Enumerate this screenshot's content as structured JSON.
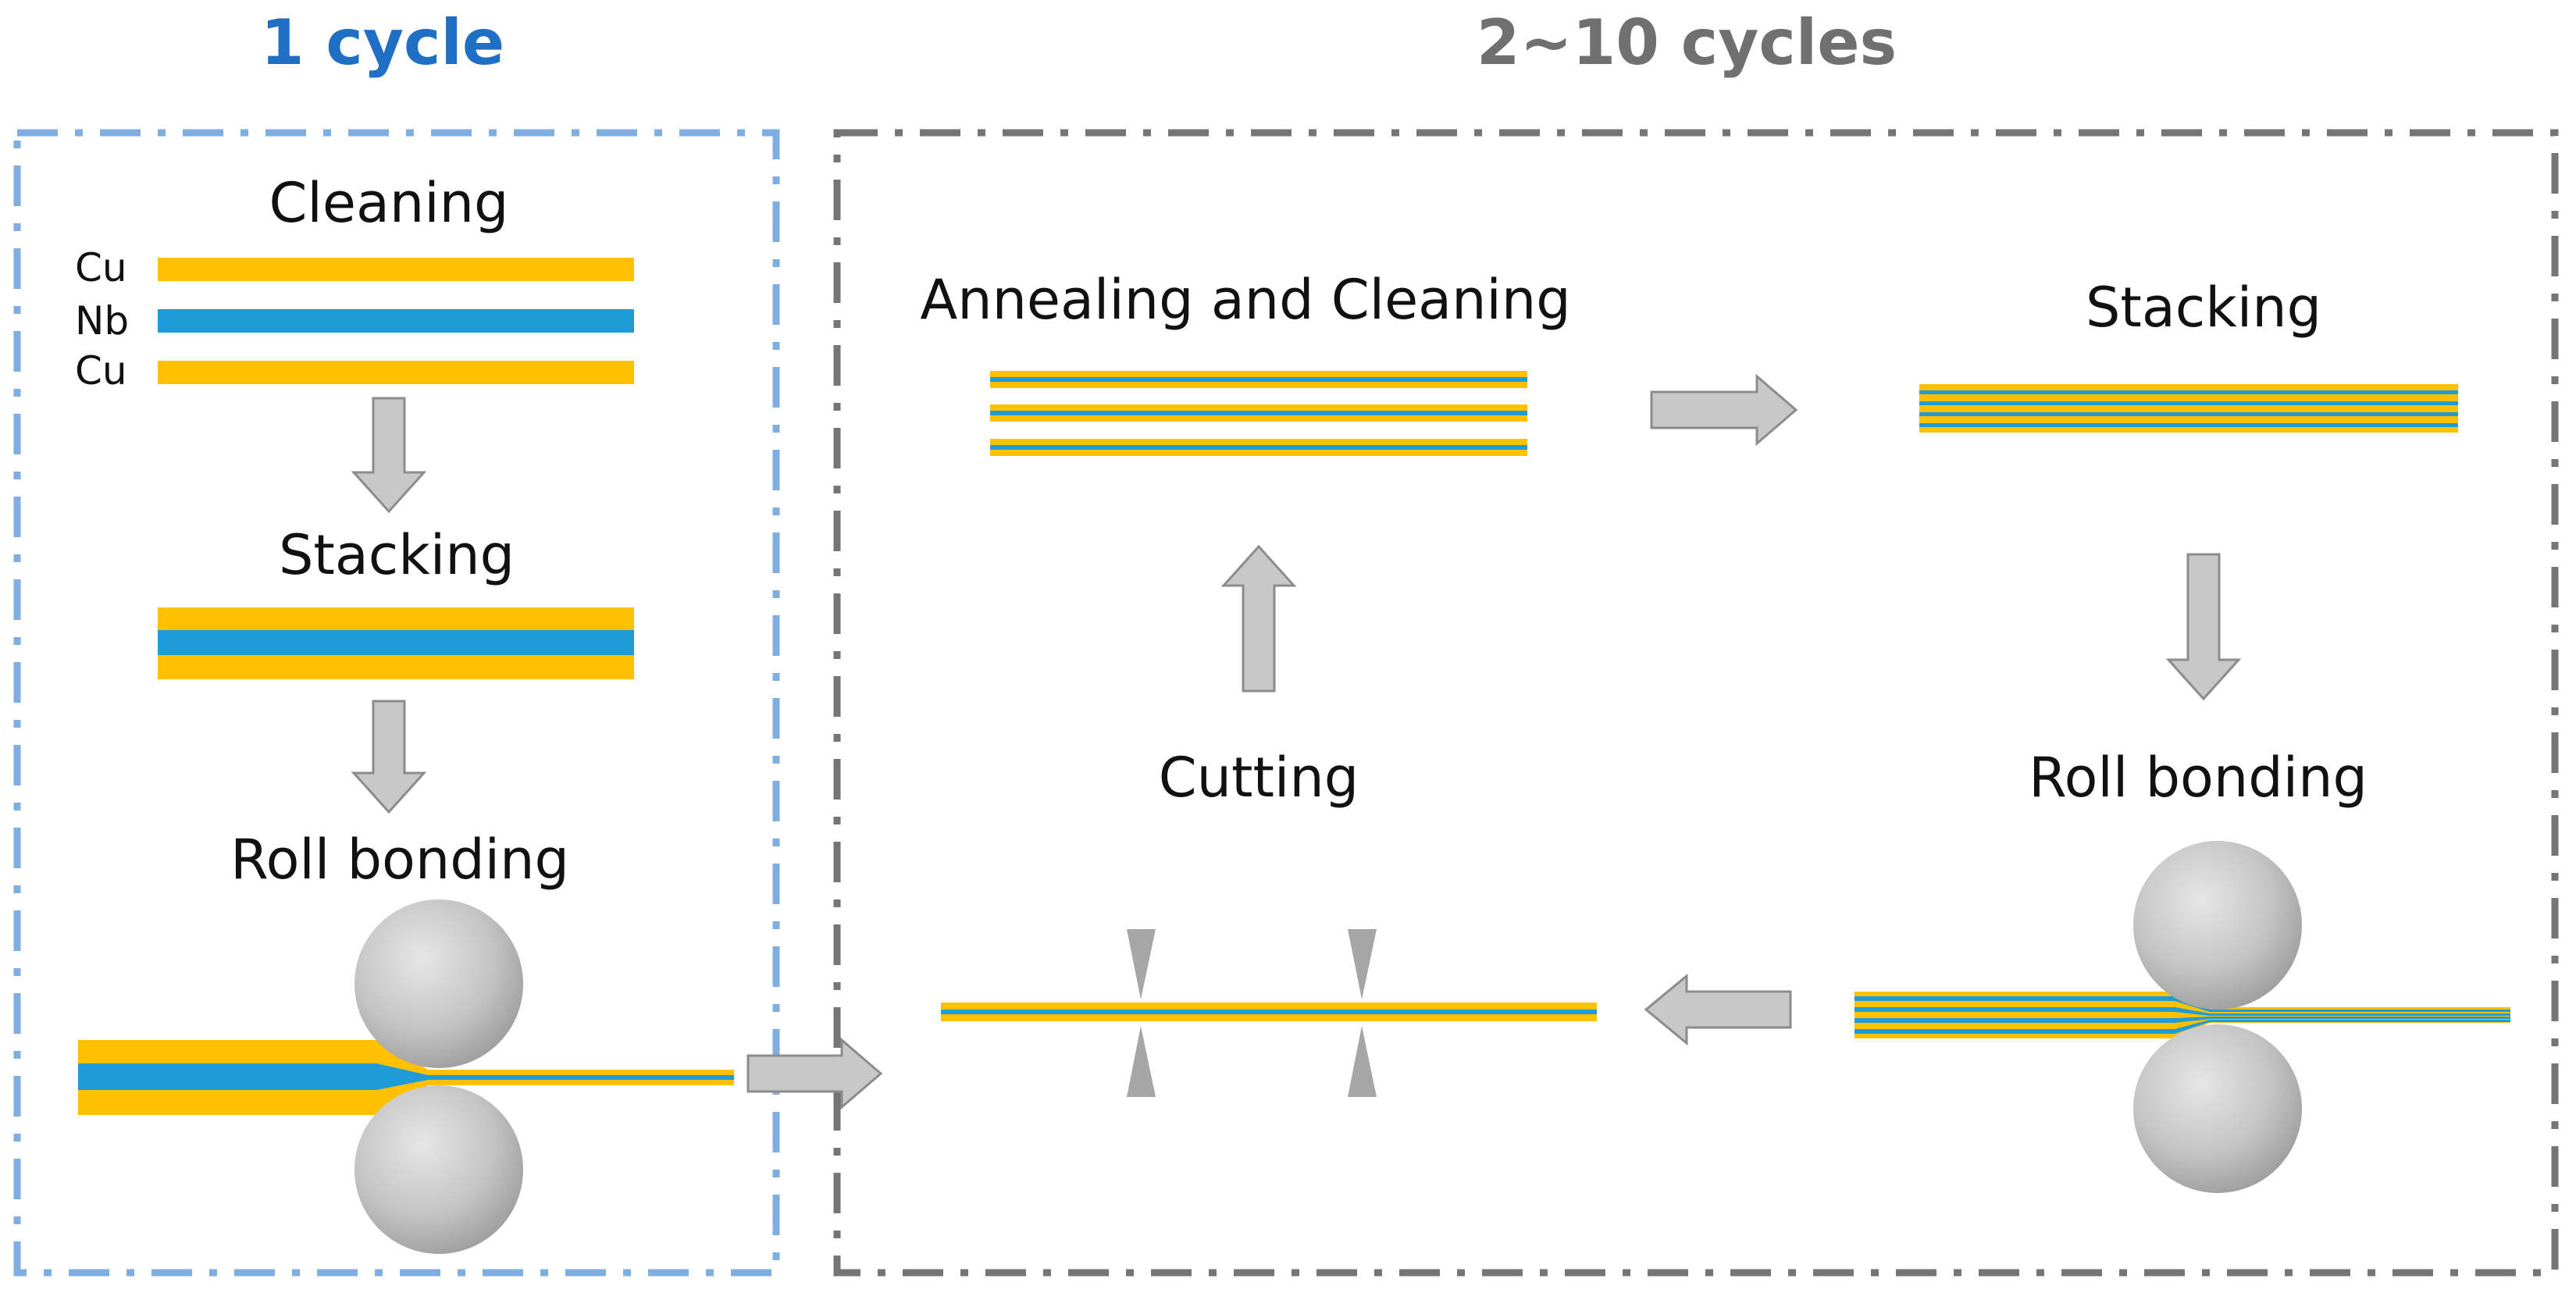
{
  "header": {
    "left": "1 cycle",
    "right": "2~10 cycles"
  },
  "left_panel": {
    "cleaning": "Cleaning",
    "layers": [
      "Cu",
      "Nb",
      "Cu"
    ],
    "stacking": "Stacking",
    "roll_bonding": "Roll bonding"
  },
  "right_panel": {
    "annealing": "Annealing and Cleaning",
    "stacking": "Stacking",
    "roll_bonding": "Roll bonding",
    "cutting": "Cutting"
  },
  "colors": {
    "cu": "#FFC000",
    "nb": "#1F9BD8",
    "left_header": "#1F6FC5",
    "right_header": "#707070",
    "left_border": "#7FAEE0",
    "right_border": "#757575",
    "arrow_fill": "#C8C8C8",
    "arrow_stroke": "#8C8C8C",
    "roller": "#C0C0C0"
  },
  "icons": [
    "down-arrow-icon",
    "right-arrow-icon",
    "left-arrow-icon",
    "up-arrow-icon",
    "roller-icon",
    "cutter-blade-icon"
  ]
}
